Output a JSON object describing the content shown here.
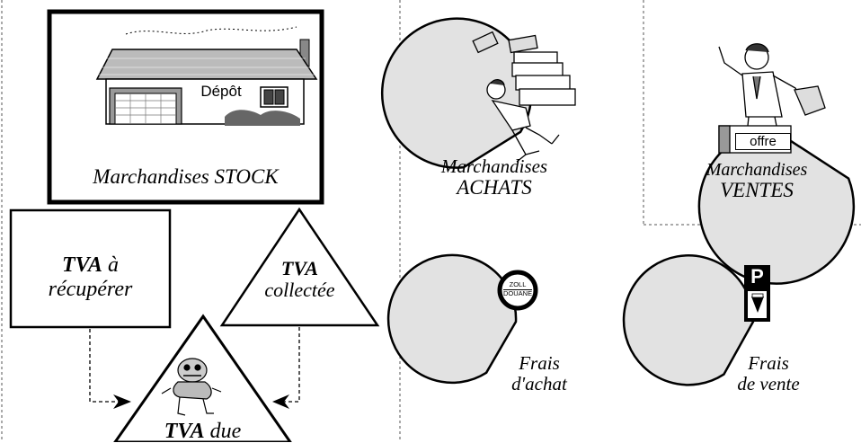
{
  "stock": {
    "line1_a": "Marchandises ",
    "line1_b": "STOCK",
    "sign": "Dépôt"
  },
  "tva_recup": {
    "line1_b": "TVA",
    "line1_a": " à",
    "line2": "récupérer"
  },
  "tva_collectee": {
    "line1": "TVA",
    "line2": "collectée"
  },
  "tva_due": {
    "line1_b": "TVA",
    "line1_a": " due"
  },
  "achats": {
    "line1": "Marchandises",
    "line2": "ACHATS"
  },
  "ventes": {
    "line1": "Marchandises",
    "line2": "VENTES",
    "crate": "offre"
  },
  "frais_achat": {
    "line1": "Frais",
    "line2": "d'achat",
    "sign1": "ZOLL",
    "sign2": "DOUANE"
  },
  "frais_vente": {
    "line1": "Frais",
    "line2": "de vente",
    "sign": "P"
  },
  "colors": {
    "pie_fill": "#e2e2e2",
    "line": "#000000",
    "dashed": "#555555"
  }
}
